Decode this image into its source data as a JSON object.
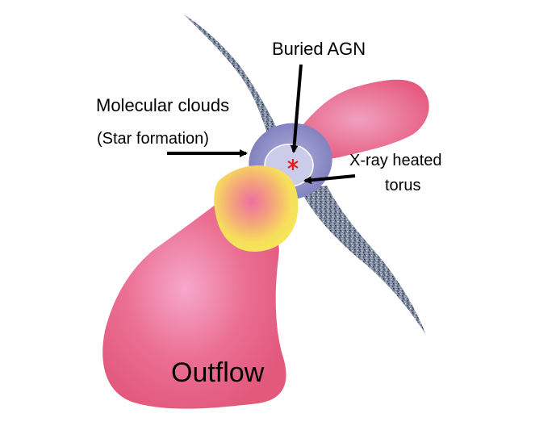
{
  "diagram": {
    "labels": {
      "buried_agn": "Buried AGN",
      "molecular_clouds": "Molecular clouds",
      "star_formation": "(Star formation)",
      "xray_heated": "X-ray heated",
      "torus": "torus",
      "outflow": "Outflow"
    },
    "colors": {
      "outflow": "#e85d7f",
      "outflow_core": "#f3a2c6",
      "starburst_yellow": "#f6e15a",
      "starburst_core": "#f07aa0",
      "molecular_cloud": "#8c8cc8",
      "torus_inner": "#c8c8ea",
      "gas_streamer": "#6f7a8c",
      "agn_star": "#e02020",
      "arrow": "#000000"
    }
  }
}
